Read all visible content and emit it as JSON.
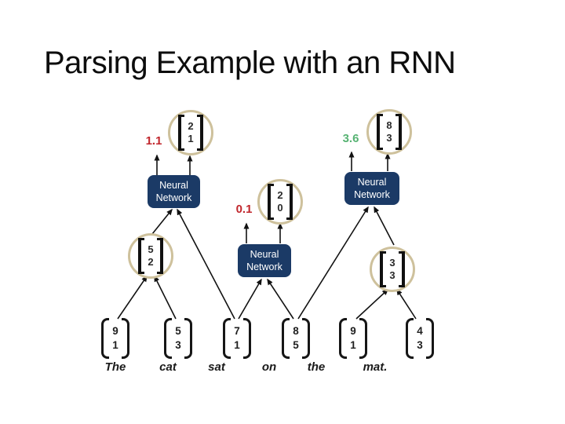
{
  "slide": {
    "title": "Parsing Example with an RNN"
  },
  "colors": {
    "nn_box": "#1b3a66",
    "circle_ring": "#cec19c",
    "score_negative": "#c1272d",
    "score_positive": "#57b373"
  },
  "diagram": {
    "nn_label": [
      "Neural",
      "Network"
    ],
    "scores": [
      {
        "id": "score-np1",
        "value": "1.1",
        "sentiment": "negative"
      },
      {
        "id": "score-vp",
        "value": "0.1",
        "sentiment": "negative"
      },
      {
        "id": "score-pp",
        "value": "3.6",
        "sentiment": "positive"
      }
    ],
    "internal_nodes": [
      {
        "id": "candidate-2-1",
        "values": [
          "2",
          "1"
        ]
      },
      {
        "id": "candidate-2-0",
        "values": [
          "2",
          "0"
        ]
      },
      {
        "id": "candidate-8-3",
        "values": [
          "8",
          "3"
        ]
      },
      {
        "id": "phrase-5-2",
        "values": [
          "5",
          "2"
        ]
      },
      {
        "id": "phrase-3-3",
        "values": [
          "3",
          "3"
        ]
      }
    ],
    "leaves": [
      {
        "word": "The",
        "vector": [
          "9",
          "1"
        ]
      },
      {
        "word": "cat",
        "vector": [
          "5",
          "3"
        ]
      },
      {
        "word": "sat",
        "vector": [
          "7",
          "1"
        ]
      },
      {
        "word": "on",
        "vector": [
          "8",
          "5"
        ]
      },
      {
        "word": "the",
        "vector": [
          "9",
          "1"
        ]
      },
      {
        "word": "mat.",
        "vector": [
          "4",
          "3"
        ]
      }
    ]
  }
}
